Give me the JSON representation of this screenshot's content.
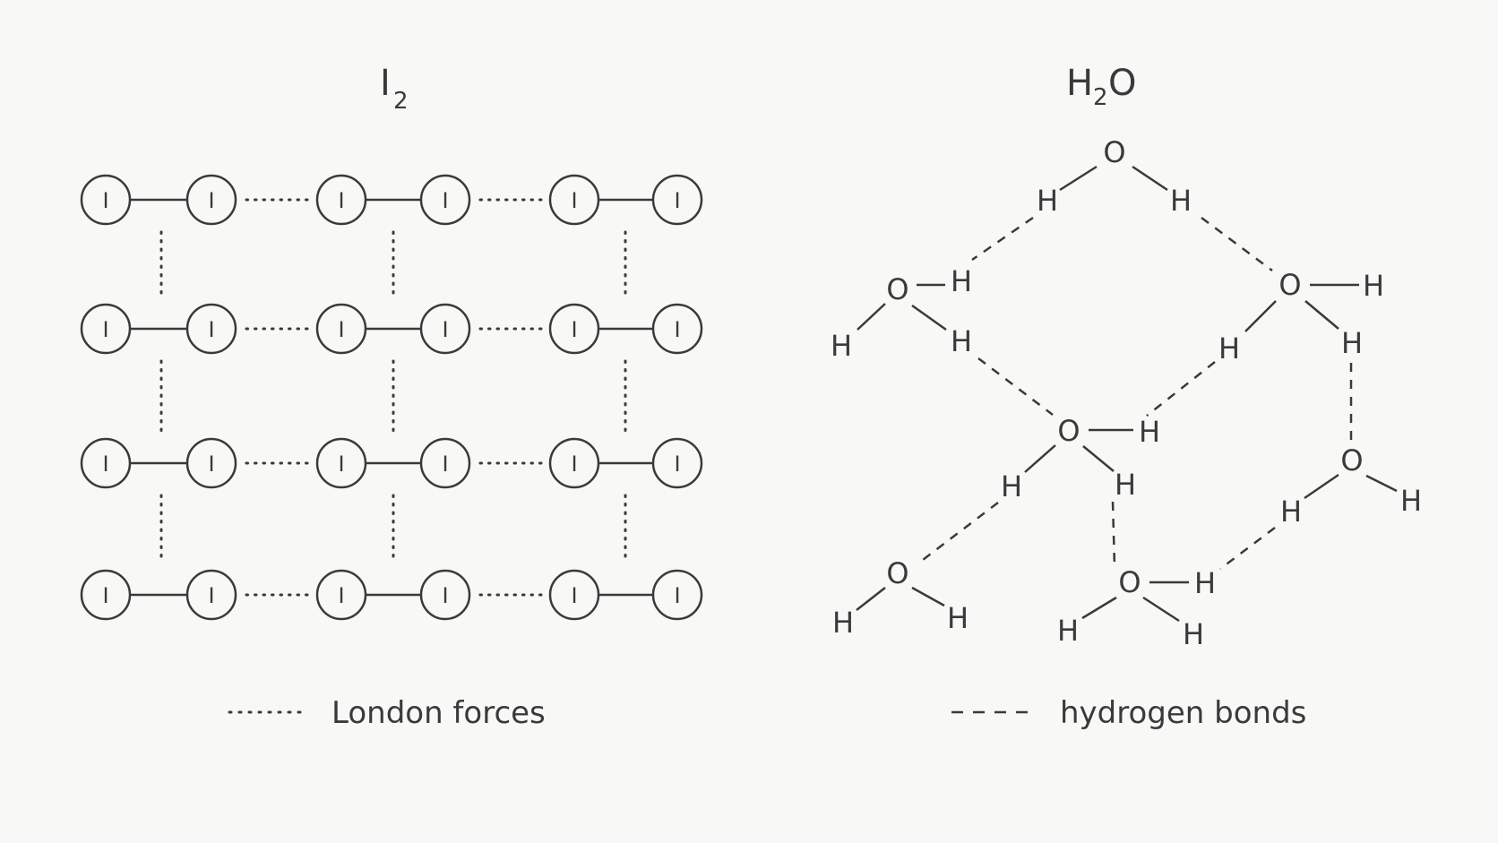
{
  "iodine": {
    "title_main": "I",
    "title_sub": "2",
    "atom_symbol": "I"
  },
  "water": {
    "title_h": "H",
    "title_sub": "2",
    "title_o": "O",
    "oxygen_symbol": "O",
    "hydrogen_symbol": "H"
  },
  "legend": {
    "london_label": "London forces",
    "hbond_label": "hydrogen bonds"
  },
  "colors": {
    "ink": "#3a3a3a",
    "background": "#f8f8f7"
  }
}
